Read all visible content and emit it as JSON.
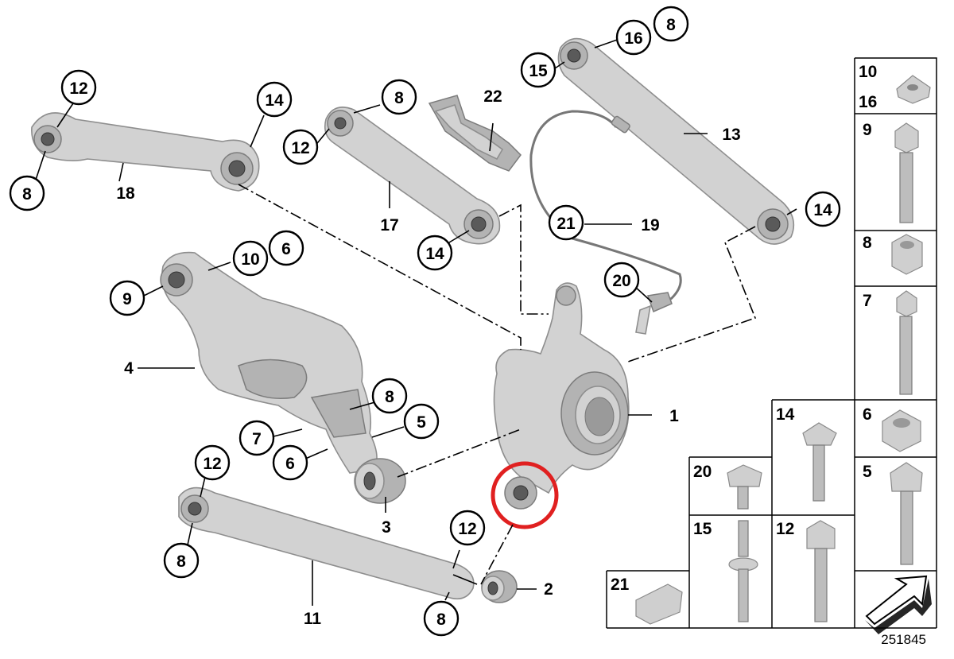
{
  "callouts": {
    "c1": "1",
    "c2": "2",
    "c3": "3",
    "c4": "4",
    "c5": "5",
    "c6a": "6",
    "c6b": "6",
    "c7": "7",
    "c8a": "8",
    "c8b": "8",
    "c8c": "8",
    "c8d": "8",
    "c8e": "8",
    "c8f": "8",
    "c9": "9",
    "c10": "10",
    "c11": "11",
    "c12a": "12",
    "c12b": "12",
    "c12c": "12",
    "c12d": "12",
    "c13": "13",
    "c14a": "14",
    "c14b": "14",
    "c14c": "14",
    "c15": "15",
    "c16": "16",
    "c17": "17",
    "c18": "18",
    "c19": "19",
    "c20": "20",
    "c21": "21",
    "c22": "22"
  },
  "hardware_labels": {
    "h10": "10",
    "h16": "16",
    "h9": "9",
    "h8": "8",
    "h7": "7",
    "h14": "14",
    "h6": "6",
    "h20": "20",
    "h5": "5",
    "h15": "15",
    "h12": "12",
    "h21": "21"
  },
  "diagram_number": "251845",
  "colors": {
    "highlight_ring": "#e02020",
    "part_fill": "#d2d2d2",
    "bushing": "#5a5a5a"
  }
}
